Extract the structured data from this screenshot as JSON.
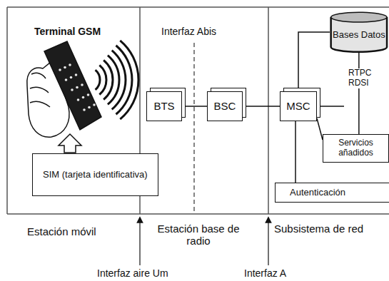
{
  "diagram": {
    "nodes": [
      {
        "text": [
          "SIM (tarjeta identificativa)"
        ]
      },
      {
        "text": [
          "BTS"
        ]
      },
      {
        "text": [
          "BSC"
        ]
      },
      {
        "text": [
          "MSC"
        ]
      },
      {
        "text": [
          "Bases Datos"
        ]
      },
      {
        "text": [
          "Servicios añadidos"
        ]
      },
      {
        "text": [
          "Autenticación"
        ]
      }
    ],
    "edges": [
      {
        "from": 1,
        "to": 2,
        "arrow": "none"
      },
      {
        "from": 2,
        "to": 3,
        "arrow": "none"
      },
      {
        "from": 3,
        "to": 4,
        "arrow": "none"
      },
      {
        "from": 3,
        "to": 5,
        "arrow": "none"
      },
      {
        "from": 3,
        "to": 6,
        "arrow": "none"
      },
      {
        "from": 4,
        "to": 5,
        "arrow": "none"
      }
    ],
    "labels": [
      "Terminal GSM",
      "Interfaz Abis",
      "RTPC RDSI",
      "Estación móvil",
      "Estación base de radio",
      "Subsistema de red",
      "Interfaz aire Um",
      "Interfaz A"
    ]
  }
}
